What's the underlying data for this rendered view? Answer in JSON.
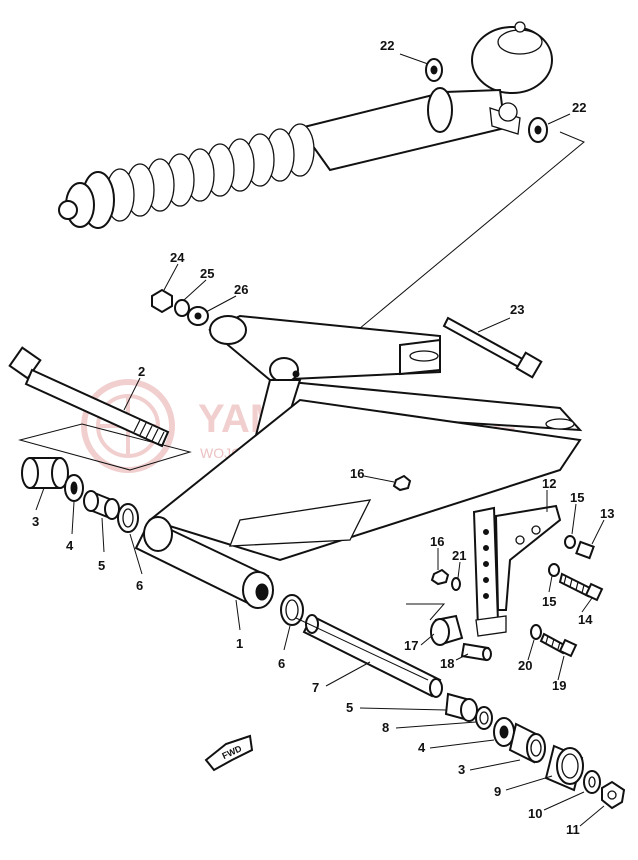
{
  "watermark": {
    "title": "YAMA-SKLEP.PL",
    "subtitle": "WOJCIECHOWICZ | DEALER YAMAHA",
    "color": "#e6a8a8"
  },
  "direction_badge": "FWD",
  "callouts": {
    "c1": "1",
    "c2": "2",
    "c3a": "3",
    "c4a": "4",
    "c5a": "5",
    "c6a": "6",
    "c6b": "6",
    "c7": "7",
    "c5b": "5",
    "c8": "8",
    "c4b": "4",
    "c3b": "3",
    "c9": "9",
    "c10": "10",
    "c11": "11",
    "c12": "12",
    "c13": "13",
    "c14": "14",
    "c15a": "15",
    "c15b": "15",
    "c16a": "16",
    "c16b": "16",
    "c17": "17",
    "c18": "18",
    "c19": "19",
    "c20": "20",
    "c21": "21",
    "c22a": "22",
    "c22b": "22",
    "c23": "23",
    "c24": "24",
    "c25": "25",
    "c26": "26"
  }
}
